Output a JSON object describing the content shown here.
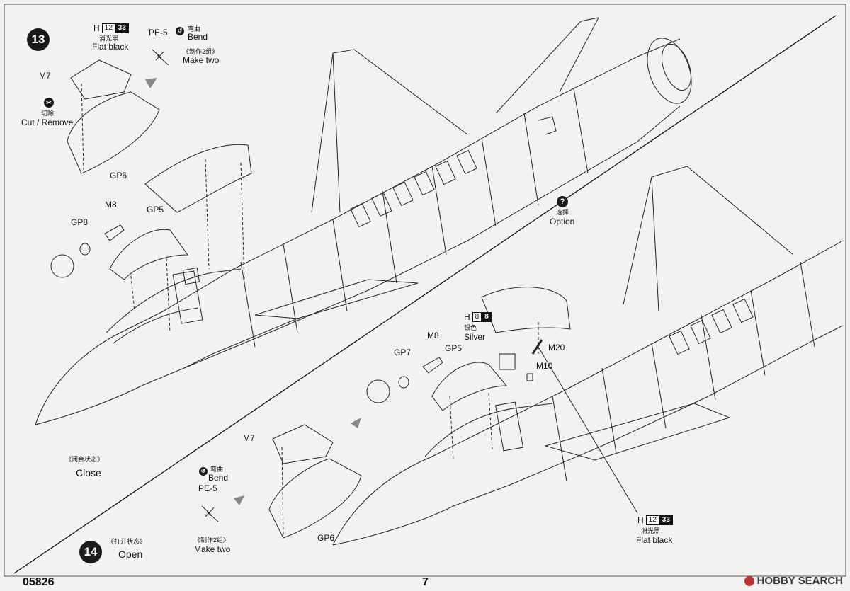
{
  "step13": {
    "number": "13",
    "paint": {
      "code": "H",
      "num1": "12",
      "num2": "33",
      "name_cn": "消光黑",
      "name_en": "Flat black"
    },
    "pe": {
      "part": "PE-5",
      "action_cn": "弯曲",
      "action_en": "Bend",
      "note_cn": "《制作2组》",
      "note_en": "Make two"
    },
    "cut": {
      "cn": "切除",
      "en": "Cut / Remove"
    },
    "parts": {
      "m7": "M7",
      "gp6": "GP6",
      "m8": "M8",
      "gp5": "GP5",
      "gp8": "GP8"
    },
    "state_cn": "《闭合状态》",
    "state_en": "Close"
  },
  "step14": {
    "number": "14",
    "state_cn": "《打开状态》",
    "state_en": "Open",
    "paint_silver": {
      "code": "H",
      "num1": "8",
      "num2": "8",
      "name_cn": "银色",
      "name_en": "Silver"
    },
    "paint_black": {
      "code": "H",
      "num1": "12",
      "num2": "33",
      "name_cn": "消光黑",
      "name_en": "Flat black"
    },
    "option": {
      "cn": "选择",
      "en": "Option",
      "icon": "?"
    },
    "pe": {
      "part": "PE-5",
      "action_cn": "弯曲",
      "action_en": "Bend",
      "note_cn": "《制作2组》",
      "note_en": "Make two"
    },
    "parts": {
      "m8": "M8",
      "gp7": "GP7",
      "gp5": "GP5",
      "m20": "M20",
      "m10": "M10",
      "m7": "M7",
      "gp6": "GP6"
    }
  },
  "footer": {
    "code": "05826",
    "page": "7",
    "watermark": "HOBBY SEARCH"
  }
}
